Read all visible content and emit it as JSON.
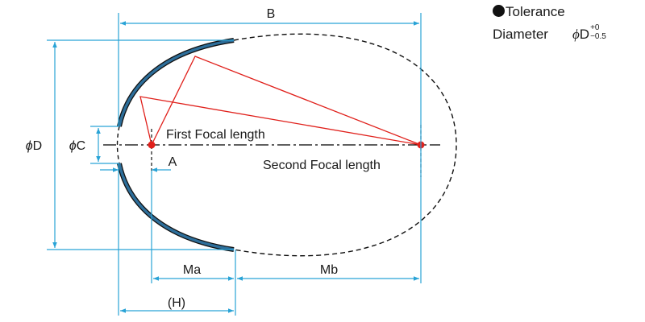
{
  "dimensions": {
    "b": "B",
    "d_symbol": "ϕ",
    "d": "D",
    "c_symbol": "ϕ",
    "c": "C",
    "a": "A",
    "ma": "Ma",
    "mb": "Mb",
    "h": "(H)"
  },
  "focal_labels": {
    "first": "First Focal length",
    "second": "Second Focal length"
  },
  "tolerance": {
    "heading": "Tolerance",
    "label": "Diameter",
    "symbol": "ϕ",
    "variable": "D",
    "upper": "+0",
    "lower": "−0.5"
  },
  "colors": {
    "reflector": "#1b2a3a",
    "dimension": "#29a3d6",
    "ray": "#e0201b",
    "focal_point": "#e0201b",
    "axis": "#000000"
  }
}
